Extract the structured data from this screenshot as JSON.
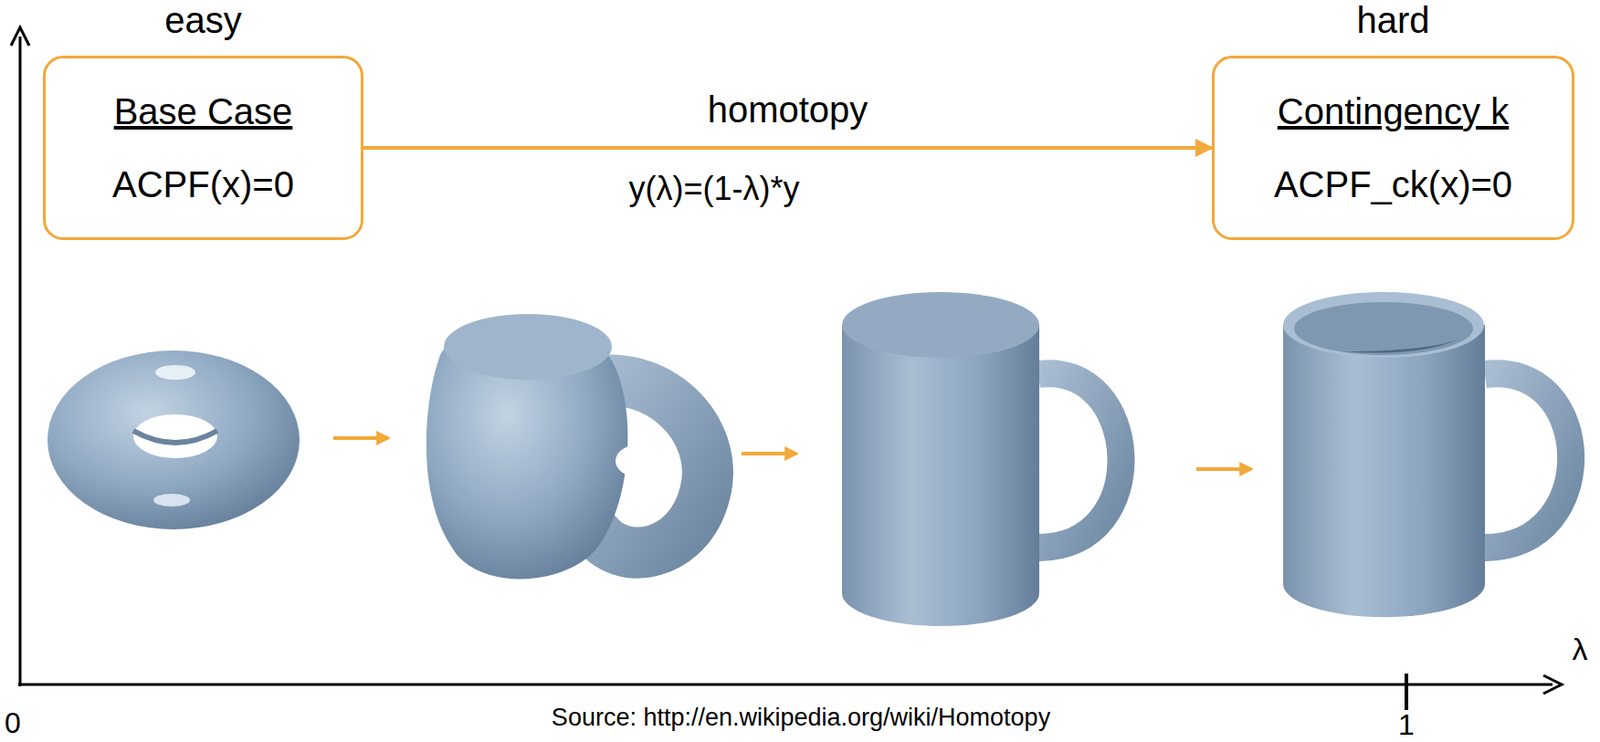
{
  "diagram": {
    "nodes": [
      {
        "text": [
          "easy",
          "Base Case",
          "ACPF(x)=0"
        ]
      },
      {
        "text": [
          "hard",
          "Contingency k",
          "ACPF_ck(x)=0"
        ]
      }
    ],
    "edges": [
      {
        "from": 0,
        "to": 1,
        "arrow": "to",
        "label": "homotopy"
      }
    ],
    "labels": [
      "y(λ)=(1-λ)*y",
      "Source: http://en.wikipedia.org/wiki/Homotopy",
      "0",
      "1",
      "λ"
    ]
  }
}
